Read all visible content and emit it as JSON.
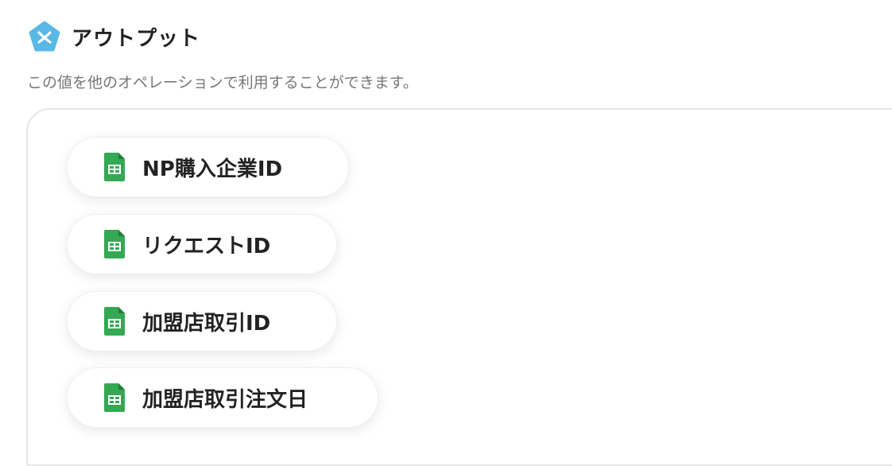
{
  "header": {
    "title": "アウトプット",
    "description": "この値を他のオペレーションで利用することができます。"
  },
  "colors": {
    "logo": "#5ab8e6",
    "sheet": "#34a853"
  },
  "outputs": [
    {
      "label": "NP購入企業ID",
      "icon": "google-sheets-icon"
    },
    {
      "label": "リクエストID",
      "icon": "google-sheets-icon"
    },
    {
      "label": "加盟店取引ID",
      "icon": "google-sheets-icon"
    },
    {
      "label": "加盟店取引注文日",
      "icon": "google-sheets-icon"
    }
  ]
}
